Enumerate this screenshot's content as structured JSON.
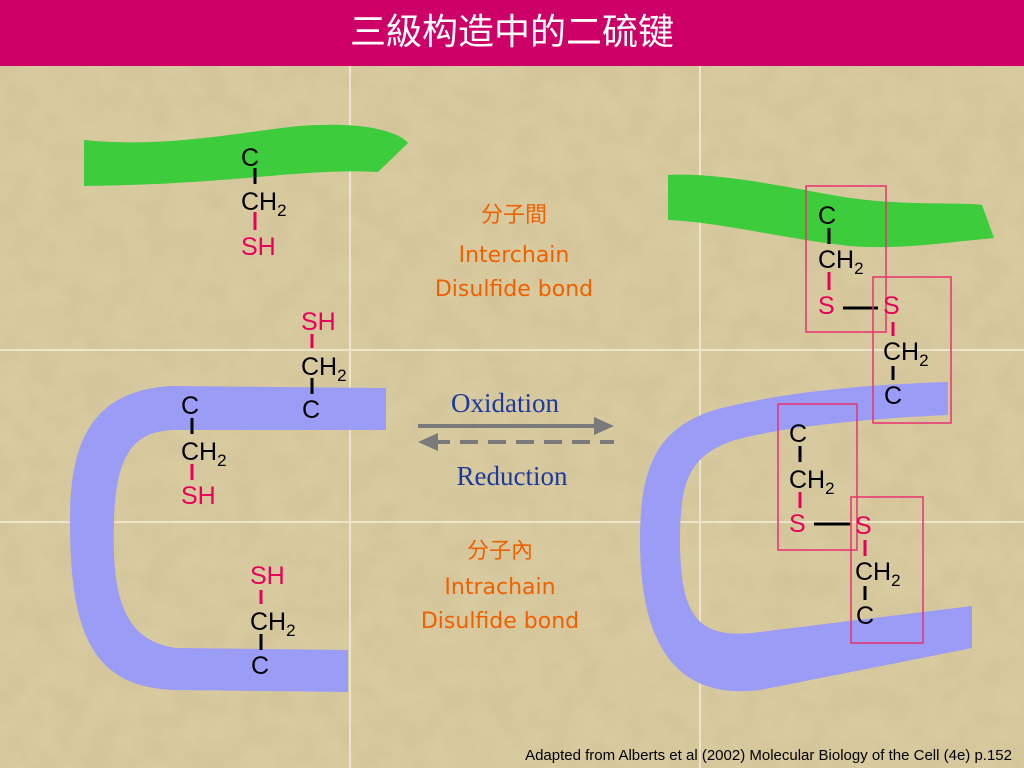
{
  "title": "三級构造中的二硫键",
  "colors": {
    "header": "#cc0066",
    "green_chain": "#3ccc3c",
    "blue_chain": "#9a9cf6",
    "sulfur_red": "#e8005a",
    "label_orange": "#f06000",
    "serif_blue": "#1a3aa0",
    "box_pink": "#e8306e"
  },
  "atoms": {
    "c": "C",
    "ch": "CH",
    "sub2": "2",
    "sh": "SH",
    "s": "S"
  },
  "labels": {
    "inter_zh": "分子間",
    "inter_1": "Interchain",
    "inter_2": "Disulfide bond",
    "intra_zh": "分子內",
    "intra_1": "Intrachain",
    "intra_2": "Disulfide bond",
    "oxidation": "Oxidation",
    "reduction": "Reduction"
  },
  "credit": "Adapted from Alberts et al (2002) Molecular Biology of the Cell (4e) p.152"
}
